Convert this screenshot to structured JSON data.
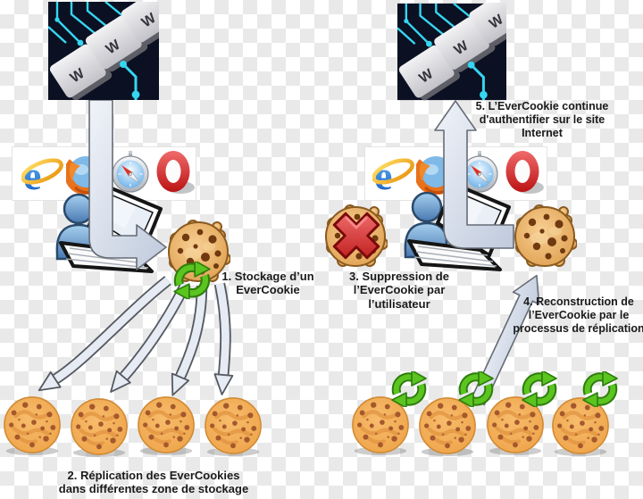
{
  "diagram": {
    "title": "EverCookie replication diagram",
    "steps": {
      "step1": "1. Stockage d’un\nEverCookie",
      "step2": "2. Réplication des EverCookies\ndans différentes zone de stockage",
      "step3": "3. Suppression de\nl’EverCookie par\nl’utilisateur",
      "step4": "4. Reconstruction de\nl’EverCookie par le\nprocessus de réplication",
      "step5": "5. L’EverCookie continue\nd'authentifier sur le site\nInternet"
    },
    "keyboard_photo": {
      "description": "keyboard-circuit-photo",
      "key_letter": "W"
    },
    "browser_icons": [
      "internet-explorer-icon",
      "firefox-icon",
      "safari-icon",
      "opera-icon"
    ],
    "ie_letter": "e",
    "icons": {
      "refresh": "green-refresh-icon",
      "delete": "red-x-icon",
      "user": "user-at-laptop-clipart",
      "cookie": "chocolate-chip-cookie"
    },
    "colors": {
      "checker_light": "#ffffff",
      "checker_dark": "#e9e9e9",
      "text": "#1a1a1a",
      "arrow_fill": "#e6ebf4",
      "arrow_outline": "#555a62",
      "refresh_green": "#5bc41f",
      "delete_red": "#c41212",
      "cookie_tan": "#dd9c4a",
      "cookie_orange": "#f2a94e",
      "circuit_cyan": "#36d6f2"
    }
  }
}
